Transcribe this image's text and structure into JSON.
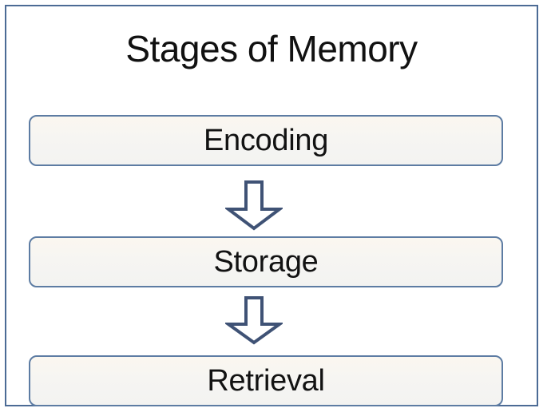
{
  "diagram": {
    "title": "Stages of Memory",
    "frame_border_color": "#4c6b95",
    "box_border_color": "#5d7ca3",
    "box_fill_color": "#f6f5f2",
    "arrow_stroke_color": "#3f5275",
    "arrow_fill_color": "#ffffff",
    "text_color": "#121212",
    "background_color": "#ffffff",
    "stages": [
      {
        "label": "Encoding"
      },
      {
        "label": "Storage"
      },
      {
        "label": "Retrieval"
      }
    ],
    "connectors": [
      {
        "icon": "arrow-down-icon",
        "from": "Encoding",
        "to": "Storage"
      },
      {
        "icon": "arrow-down-icon",
        "from": "Storage",
        "to": "Retrieval"
      }
    ]
  }
}
